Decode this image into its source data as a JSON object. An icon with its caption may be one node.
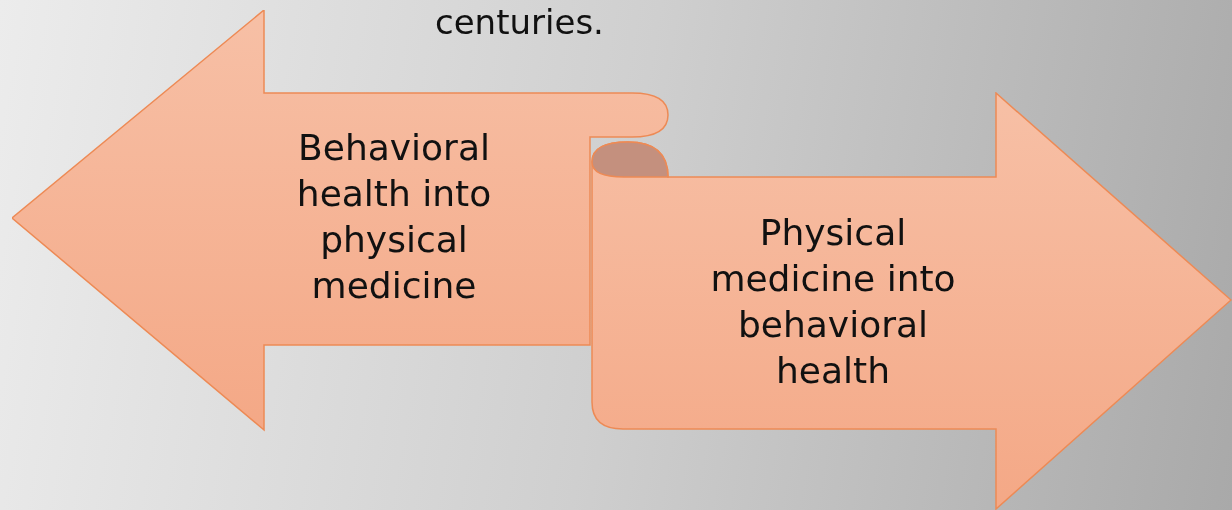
{
  "diagram": {
    "nodes": [
      {
        "text": [
          "Behavioral health into physical medicine"
        ]
      },
      {
        "text": [
          "Physical medicine into behavioral health"
        ]
      }
    ],
    "labels": [
      "centuries."
    ]
  }
}
